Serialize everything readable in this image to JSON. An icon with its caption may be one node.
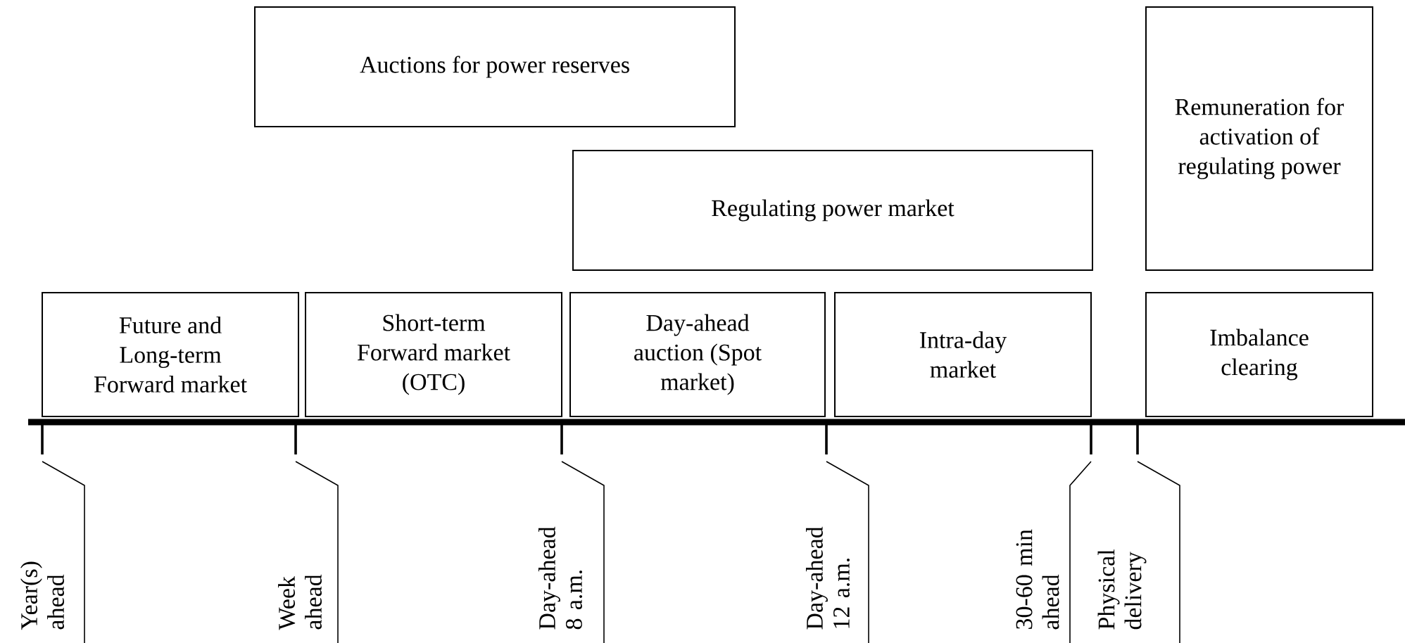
{
  "diagram": {
    "nodes": [
      {
        "text": [
          "Auctions for power reserves"
        ]
      },
      {
        "text": [
          "Remuneration for activation of regulating power"
        ]
      },
      {
        "text": [
          "Regulating power market"
        ]
      },
      {
        "text": [
          "Future and Long-term Forward market"
        ]
      },
      {
        "text": [
          "Short-term Forward market (OTC)"
        ]
      },
      {
        "text": [
          "Day-ahead auction (Spot market)"
        ]
      },
      {
        "text": [
          "Intra-day market"
        ]
      },
      {
        "text": [
          "Imbalance clearing"
        ]
      }
    ],
    "labels": [
      "Year(s) ahead",
      "Week ahead",
      "Day-ahead 8 a.m.",
      "Day-ahead 12 a.m.",
      "30-60 min ahead",
      "Physical delivery"
    ]
  }
}
